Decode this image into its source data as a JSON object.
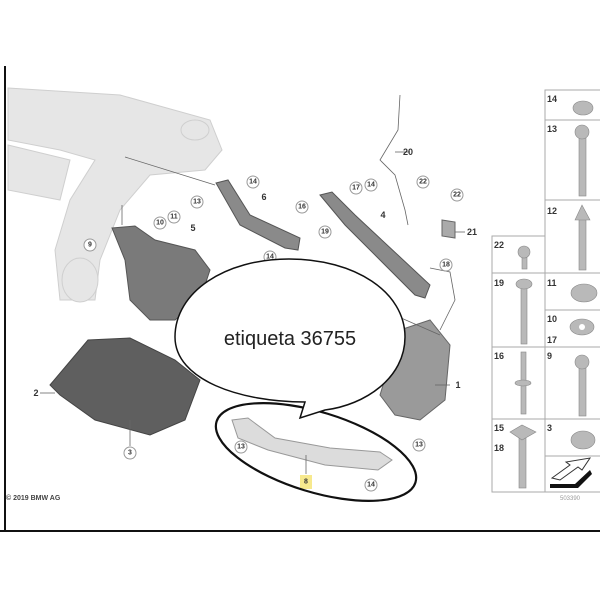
{
  "bubble_text": "etiqueta 36755",
  "copyright": "© 2019 BMW AG",
  "diagram_number": "503390",
  "highlight_color": "#f7e98e",
  "callouts": [
    "20",
    "14",
    "13",
    "6",
    "17",
    "14",
    "22",
    "22",
    "16",
    "4",
    "21",
    "10",
    "11",
    "5",
    "9",
    "19",
    "14",
    "18",
    "2",
    "1",
    "3",
    "13",
    "8",
    "14",
    "13"
  ],
  "parts_grid": {
    "right_column": [
      "14",
      "13",
      "12",
      "11",
      "10",
      "17",
      "9",
      "3"
    ],
    "left_column": [
      "22",
      "19",
      "16",
      "15",
      "18"
    ],
    "direction_icon": "arrow-icon"
  }
}
